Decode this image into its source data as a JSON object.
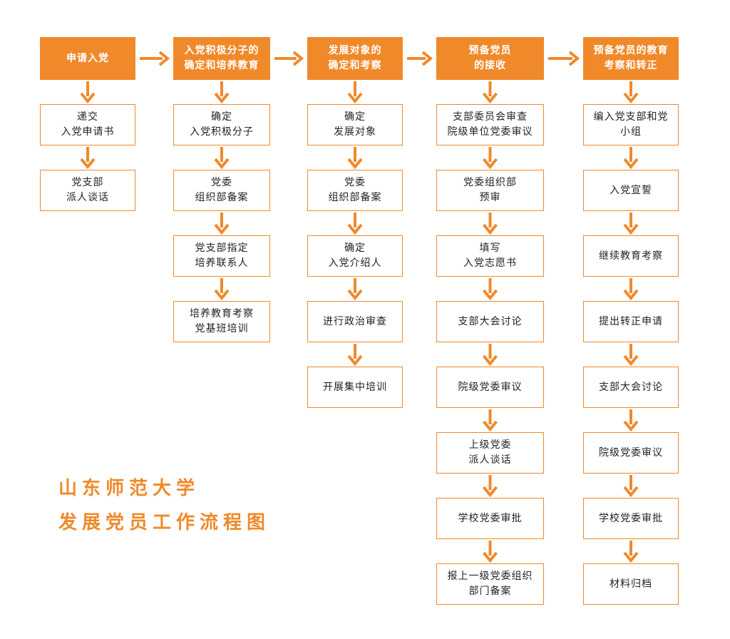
{
  "title": {
    "line1": "山东师范大学",
    "line2": "发展党员工作流程图"
  },
  "colors": {
    "accent": "#f0892a",
    "border": "#f0892a",
    "text": "#222222"
  },
  "columns": [
    {
      "header": "申请入党",
      "steps": [
        "递交\n入党申请书",
        "党支部\n派人谈话"
      ]
    },
    {
      "header": "入党积极分子的\n确定和培养教育",
      "steps": [
        "确定\n入党积极分子",
        "党委\n组织部备案",
        "党支部指定\n培养联系人",
        "培养教育考察\n党基班培训"
      ]
    },
    {
      "header": "发展对象的\n确定和考察",
      "steps": [
        "确定\n发展对象",
        "党委\n组织部备案",
        "确定\n入党介绍人",
        "进行政治审查",
        "开展集中培训"
      ]
    },
    {
      "header": "预备党员\n的接收",
      "steps": [
        "支部委员会审查\n院级单位党委审议",
        "党委组织部\n预审",
        "填写\n入党志愿书",
        "支部大会讨论",
        "院级党委审议",
        "上级党委\n派人谈话",
        "学校党委审批",
        "报上一级党委组织\n部门备案"
      ]
    },
    {
      "header": "预备党员的教育\n考察和转正",
      "steps": [
        "编入党支部和党\n小组",
        "入党宣誓",
        "继续教育考察",
        "提出转正申请",
        "支部大会讨论",
        "院级党委审议",
        "学校党委审批",
        "材料归档"
      ]
    }
  ]
}
